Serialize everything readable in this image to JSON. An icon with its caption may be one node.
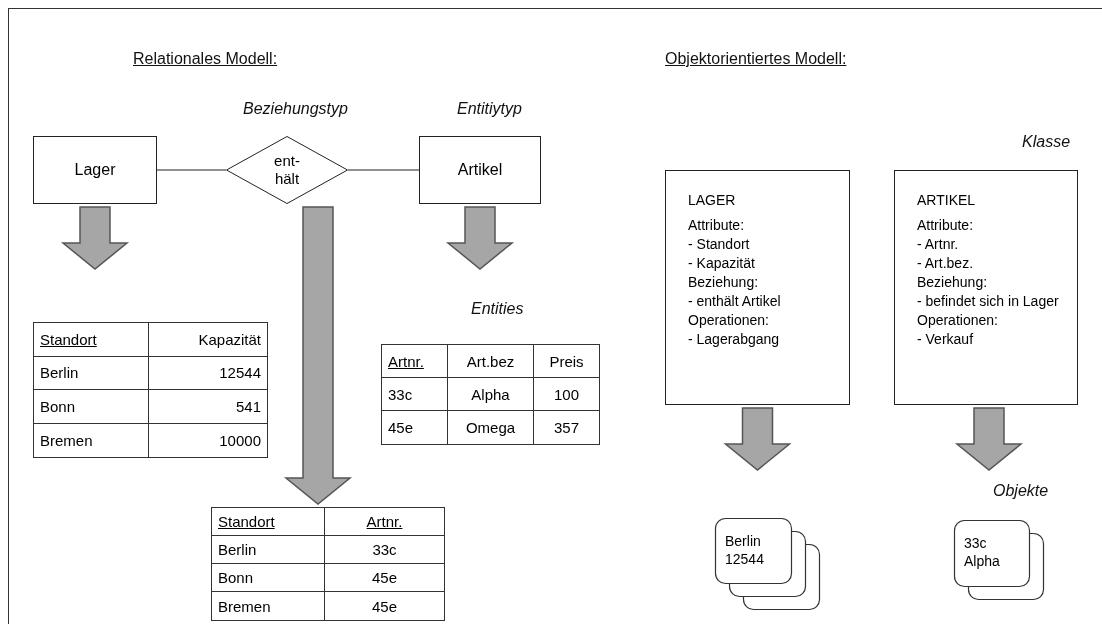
{
  "diagram": {
    "nodes": [
      {
        "text": [
          "Lager"
        ]
      },
      {
        "text": [
          "ent- hält"
        ],
        "beside": [
          "Beziehungstyp"
        ]
      },
      {
        "text": [
          "Artikel"
        ],
        "beside": [
          "Entitiytyp"
        ]
      },
      {
        "text": [
          "Standort",
          "Kapazität",
          "Berlin",
          "12544",
          "Bonn",
          "541",
          "Bremen",
          "10000"
        ]
      },
      {
        "text": [
          "Artnr.",
          "Art.bez",
          "Preis",
          "33c",
          "Alpha",
          "100",
          "45e",
          "Omega",
          "357"
        ],
        "beside": [
          "Entities"
        ]
      },
      {
        "text": [
          "Standort",
          "Artnr.",
          "Berlin",
          "33c",
          "Bonn",
          "45e",
          "Bremen",
          "45e"
        ]
      },
      {
        "text": [
          "LAGER",
          "Attribute:",
          "- Standort",
          "- Kapazität",
          "Beziehung:",
          "- enthält Artikel",
          "Operationen:",
          "- Lagerabgang"
        ]
      },
      {
        "text": [
          "ARTIKEL",
          "Attribute:",
          "- Artnr.",
          "- Art.bez.",
          "Beziehung:",
          "- befindet sich in Lager",
          "Operationen:",
          "- Verkauf"
        ],
        "beside": [
          "Klasse"
        ]
      },
      {
        "text": [
          "Berlin",
          "12544"
        ]
      },
      {
        "text": [
          "33c",
          "Alpha"
        ],
        "beside": [
          "Objekte"
        ]
      }
    ],
    "edges": [
      {
        "from": 0,
        "to": 1,
        "arrow": "none"
      },
      {
        "from": 1,
        "to": 2,
        "arrow": "none"
      },
      {
        "from": 0,
        "to": 3,
        "arrow": "to",
        "style": "thick"
      },
      {
        "from": 1,
        "to": 5,
        "arrow": "to",
        "style": "thick"
      },
      {
        "from": 2,
        "to": 4,
        "arrow": "to",
        "style": "thick"
      },
      {
        "from": 6,
        "to": 8,
        "arrow": "to",
        "style": "thick"
      },
      {
        "from": 7,
        "to": 9,
        "arrow": "to",
        "style": "thick"
      }
    ],
    "labels": [
      "Relationales Modell:",
      "Objektorientiertes Modell:"
    ]
  }
}
